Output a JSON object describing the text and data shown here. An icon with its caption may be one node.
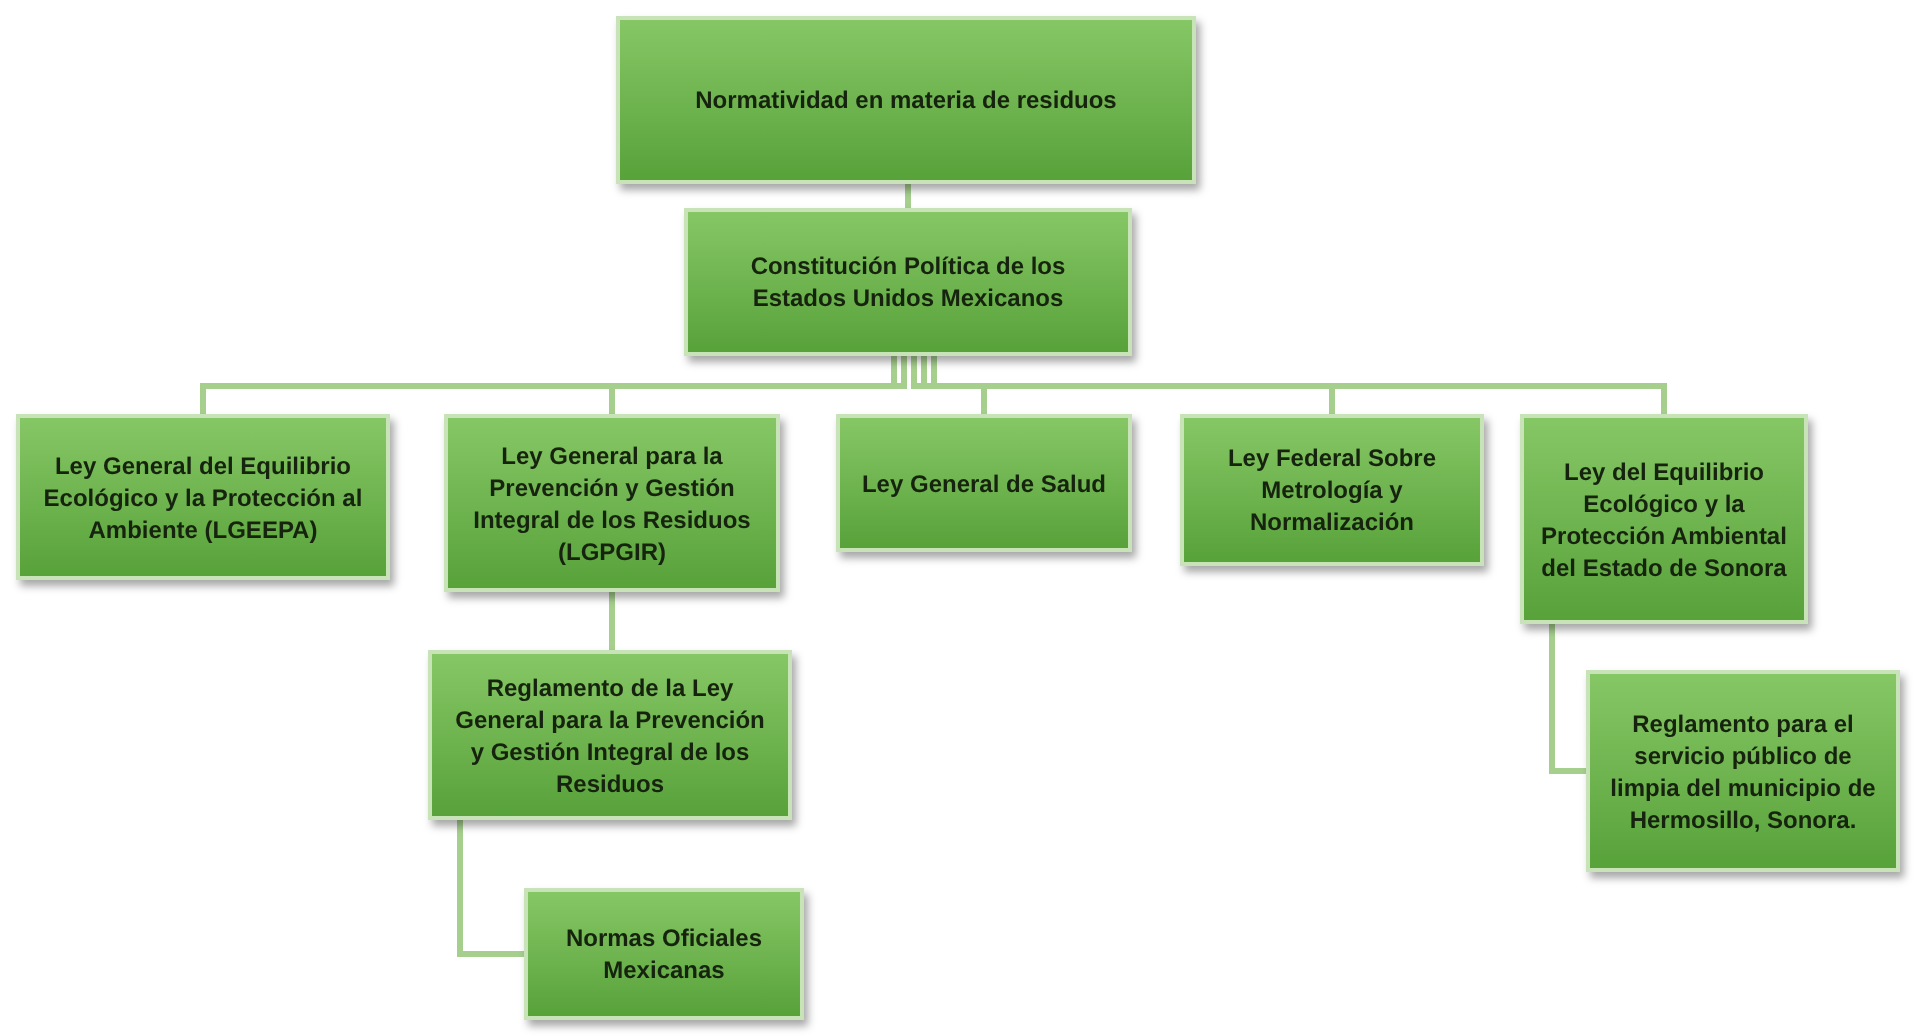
{
  "diagram": {
    "nodes": [
      {
        "text": [
          "Normatividad en materia de residuos"
        ]
      },
      {
        "text": [
          "Constitución Política de los Estados Unidos Mexicanos"
        ]
      },
      {
        "text": [
          "Ley General del Equilibrio Ecológico y la Protección al Ambiente (LGEEPA)"
        ]
      },
      {
        "text": [
          "Ley General para la Prevención y Gestión Integral de los Residuos (LGPGIR)"
        ]
      },
      {
        "text": [
          "Ley General de Salud"
        ]
      },
      {
        "text": [
          "Ley Federal Sobre Metrología y Normalización"
        ]
      },
      {
        "text": [
          "Ley del Equilibrio Ecológico y la Protección Ambiental del Estado de Sonora"
        ]
      },
      {
        "text": [
          "Reglamento de la Ley General para la Prevención y Gestión Integral de los Residuos"
        ]
      },
      {
        "text": [
          "Normas Oficiales Mexicanas"
        ]
      },
      {
        "text": [
          "Reglamento para el servicio público de limpia del municipio de Hermosillo, Sonora."
        ]
      }
    ],
    "edges": [
      {
        "from": 0,
        "to": 1,
        "arrow": "none"
      },
      {
        "from": 1,
        "to": 2,
        "arrow": "none"
      },
      {
        "from": 1,
        "to": 3,
        "arrow": "none"
      },
      {
        "from": 1,
        "to": 4,
        "arrow": "none"
      },
      {
        "from": 1,
        "to": 5,
        "arrow": "none"
      },
      {
        "from": 1,
        "to": 6,
        "arrow": "none"
      },
      {
        "from": 3,
        "to": 7,
        "arrow": "none"
      },
      {
        "from": 7,
        "to": 8,
        "arrow": "none"
      },
      {
        "from": 6,
        "to": 9,
        "arrow": "none"
      }
    ]
  }
}
